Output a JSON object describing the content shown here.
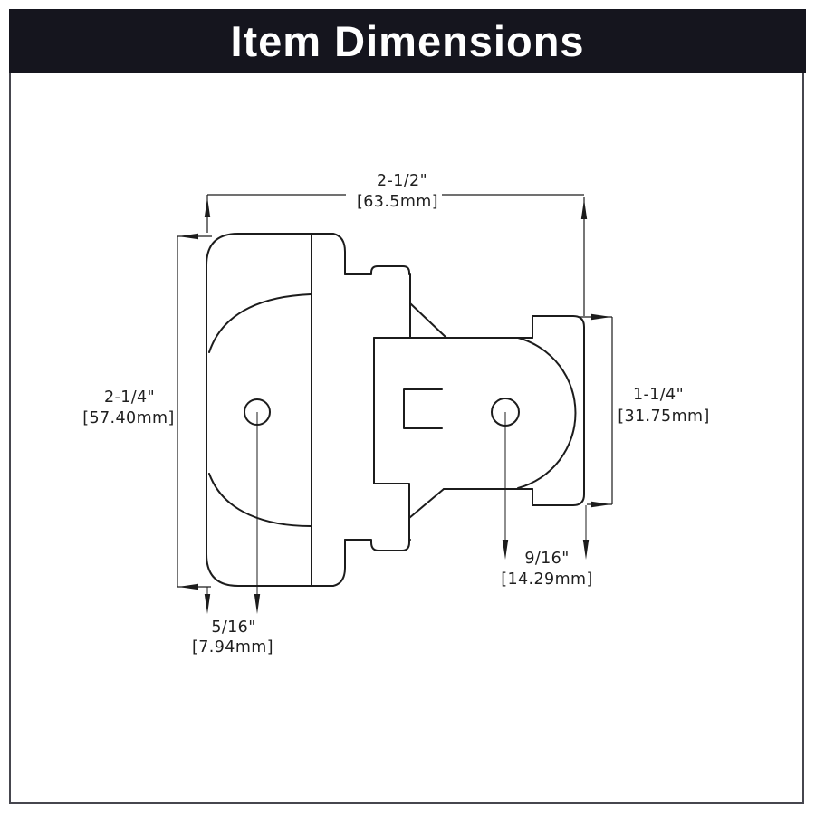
{
  "header": {
    "title": "Item Dimensions",
    "bar_color": "#15151e",
    "text_color": "#ffffff"
  },
  "drawing": {
    "line_color": "#1c1c1c",
    "labels": {
      "width_in": "2-1/2\"",
      "width_mm": "[63.5mm]",
      "height_in": "2-1/4\"",
      "height_mm": "[57.40mm]",
      "wing_in": "1-1/4\"",
      "wing_mm": "[31.75mm]",
      "hole_right_in": "9/16\"",
      "hole_right_mm": "[14.29mm]",
      "hole_left_in": "5/16\"",
      "hole_left_mm": "[7.94mm]"
    }
  }
}
